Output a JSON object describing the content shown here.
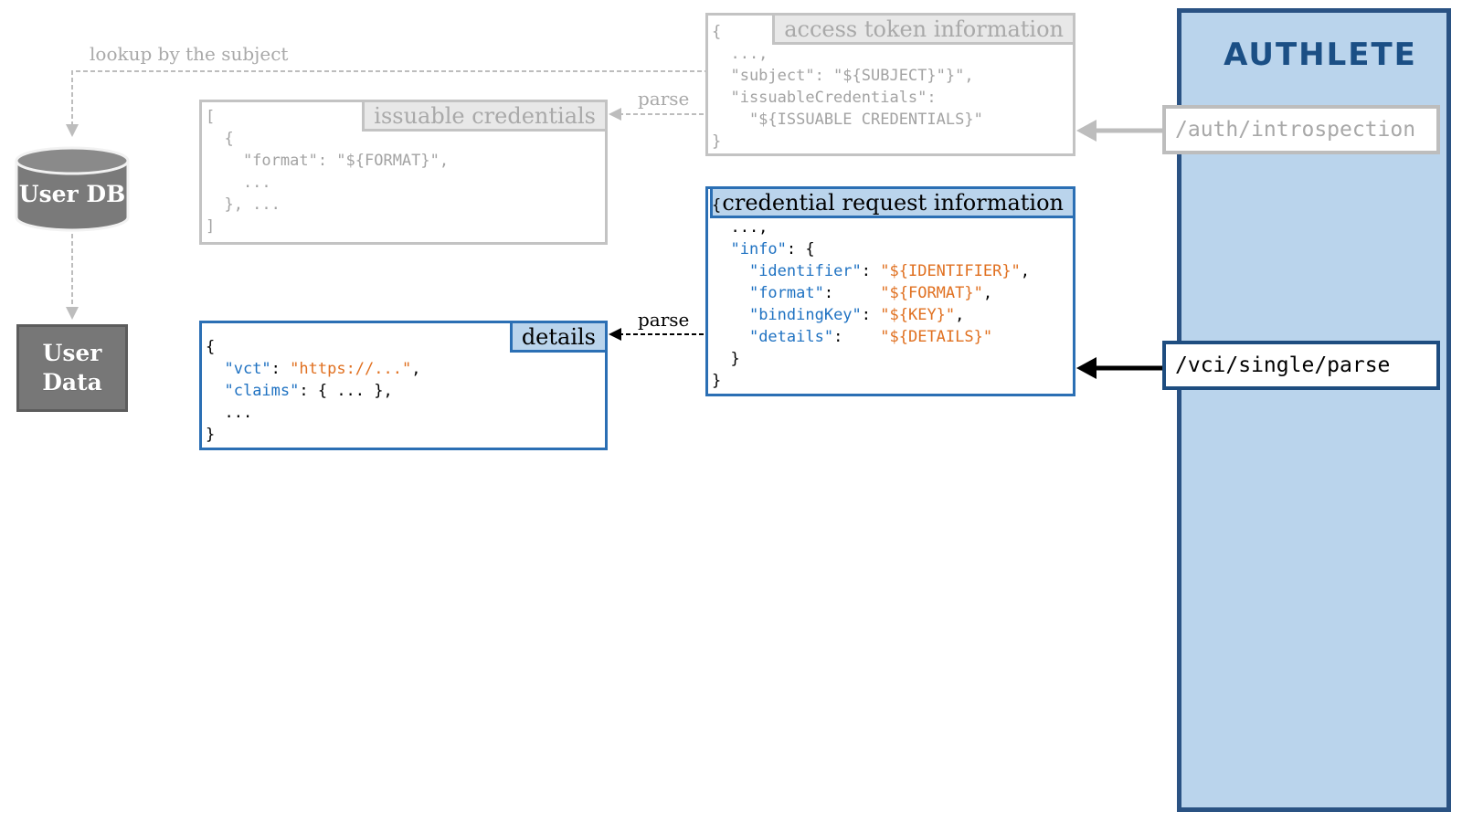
{
  "authlete": {
    "logo": "AUTHLETE",
    "introspection_endpoint": "/auth/introspection",
    "parse_endpoint": "/vci/single/parse",
    "colors": {
      "panel": "#bad4ec",
      "panel_border": "#2a5283",
      "key": "#1f72c2",
      "string": "#e07020"
    }
  },
  "access_token_box": {
    "title": "access token information",
    "lines": [
      "{",
      "  ...,",
      "  \"subject\": \"${SUBJECT}\"}\",",
      "  \"issuableCredentials\":",
      "    \"${ISSUABLE CREDENTIALS}\"",
      "}"
    ]
  },
  "issuable_box": {
    "title": "issuable credentials",
    "lines": [
      "[",
      "  {",
      "    \"format\": \"${FORMAT}\",",
      "    ...",
      "  }, ...",
      "]"
    ]
  },
  "credential_box": {
    "title": "credential request information",
    "open": "{",
    "dots": "  ...,",
    "info_key": "\"info\"",
    "info_open": ": {",
    "rows": [
      {
        "key": "\"identifier\"",
        "sep": ": ",
        "value": "\"${IDENTIFIER}\"",
        "end": ","
      },
      {
        "key": "\"format\"",
        "sep": ":     ",
        "value": "\"${FORMAT}\"",
        "end": ","
      },
      {
        "key": "\"bindingKey\"",
        "sep": ": ",
        "value": "\"${KEY}\"",
        "end": ","
      },
      {
        "key": "\"details\"",
        "sep": ":    ",
        "value": "\"${DETAILS}\"",
        "end": ""
      }
    ],
    "inner_close": "  }",
    "close": "}"
  },
  "details_box": {
    "title": "details",
    "open": "{",
    "vct_key": "\"vct\"",
    "vct_sep": ": ",
    "vct_value": "\"https://...\"",
    "vct_end": ",",
    "claims_key": "\"claims\"",
    "claims_rest": ": { ... },",
    "dots": "  ...",
    "close": "}"
  },
  "user_db": {
    "label": "User DB"
  },
  "user_data": {
    "line1": "User",
    "line2": "Data"
  },
  "edges": {
    "lookup": "lookup by the subject",
    "parse_issuable": "parse",
    "parse_details": "parse"
  }
}
